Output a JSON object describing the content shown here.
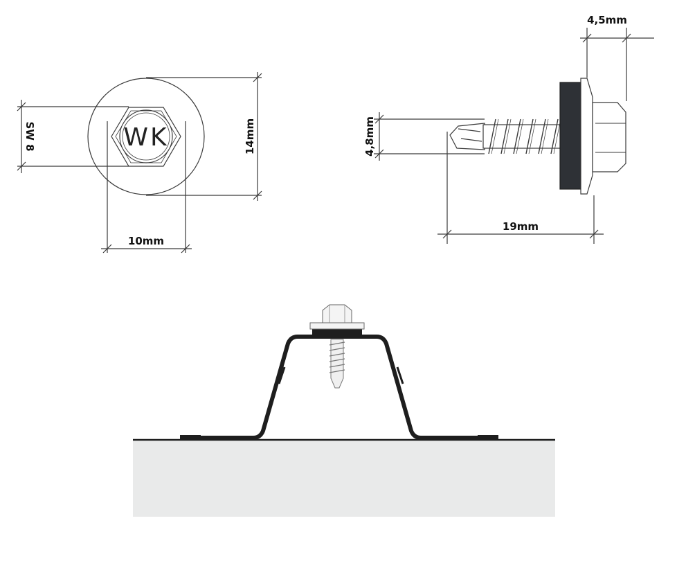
{
  "top_view": {
    "head_marking": "WK",
    "wrench_size": "SW 8",
    "washer_diameter": "14mm",
    "hex_width": "10mm"
  },
  "side_view": {
    "head_height": "4,5mm",
    "shank_diameter": "4,8mm",
    "length": "19mm"
  },
  "colors": {
    "line": "#3a3a3a",
    "seal": "#2e3136",
    "sheet": "#1e1e1e",
    "substrate": "#e9eaea"
  }
}
